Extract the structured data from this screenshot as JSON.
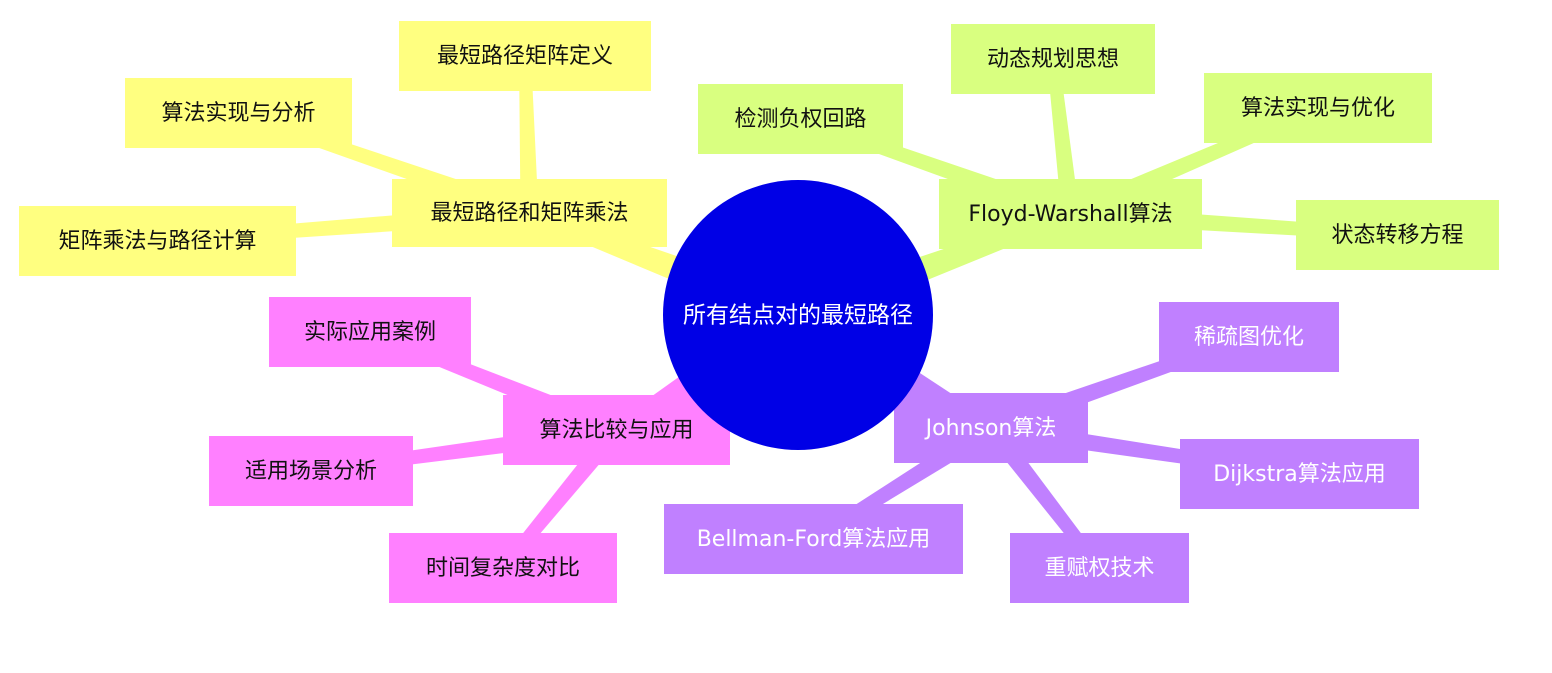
{
  "root": {
    "label": "所有结点对的最短路径",
    "fill": "#0000e6",
    "text_color": "#ffffff"
  },
  "branches": [
    {
      "id": "matrix",
      "label": "最短路径和矩阵乘法",
      "fill": "#ffff80",
      "link_color": "#ffff80",
      "text_color": "#111111",
      "children": [
        {
          "label": "最短路径矩阵定义"
        },
        {
          "label": "算法实现与分析"
        },
        {
          "label": "矩阵乘法与路径计算"
        }
      ]
    },
    {
      "id": "floyd",
      "label": "Floyd-Warshall算法",
      "fill": "#d9ff80",
      "link_color": "#d9ff80",
      "text_color": "#111111",
      "children": [
        {
          "label": "动态规划思想"
        },
        {
          "label": "检测负权回路"
        },
        {
          "label": "算法实现与优化"
        },
        {
          "label": "状态转移方程"
        }
      ]
    },
    {
      "id": "compare",
      "label": "算法比较与应用",
      "fill": "#ff80ff",
      "link_color": "#ff80ff",
      "text_color": "#111111",
      "children": [
        {
          "label": "实际应用案例"
        },
        {
          "label": "适用场景分析"
        },
        {
          "label": "时间复杂度对比"
        }
      ]
    },
    {
      "id": "johnson",
      "label": "Johnson算法",
      "fill": "#c080ff",
      "link_color": "#c080ff",
      "text_color": "#ffffff",
      "children": [
        {
          "label": "稀疏图优化"
        },
        {
          "label": "Dijkstra算法应用"
        },
        {
          "label": "Bellman-Ford算法应用"
        },
        {
          "label": "重赋权技术"
        }
      ]
    }
  ]
}
